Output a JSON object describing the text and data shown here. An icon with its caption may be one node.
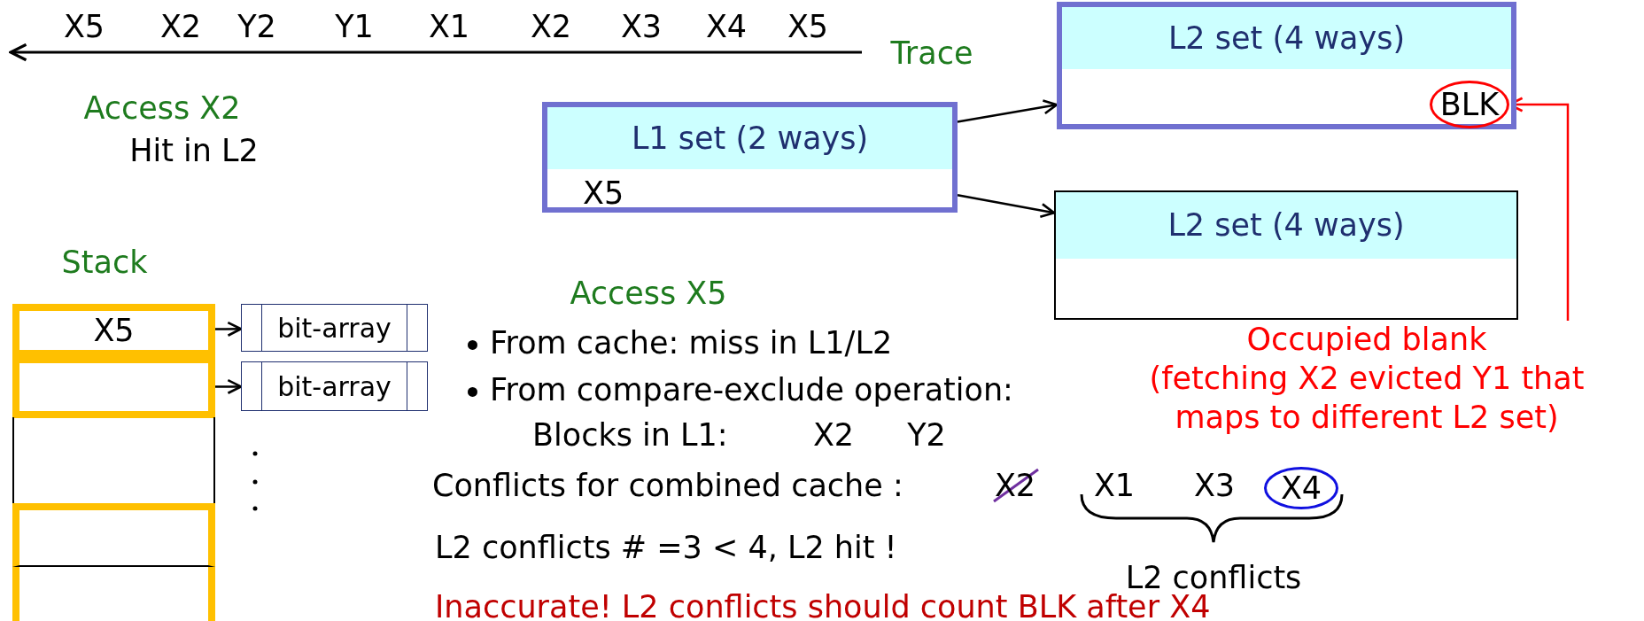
{
  "diagram": {
    "nodes": [
      {
        "text": [
          "L2 set (4 ways)"
        ]
      },
      {
        "text": [
          "BLK"
        ],
        "in": 0
      },
      {
        "text": [
          "L1 set (2 ways)",
          "X5"
        ]
      },
      {
        "text": [
          "L2 set (4 ways)"
        ]
      },
      {
        "text": [
          "Occupied blank",
          "(fetching X2 evicted Y1 that maps to different L2 set)"
        ]
      },
      {
        "text": [
          "X5"
        ]
      },
      {
        "text": [
          "bit-array"
        ]
      },
      {
        "text": [],
        "shape": "box"
      },
      {
        "text": [
          "bit-array"
        ]
      },
      {
        "text": [],
        "shape": "box"
      },
      {
        "text": [],
        "shape": "box"
      },
      {
        "text": [],
        "shape": "box"
      },
      {
        "text": [
          "X4"
        ]
      }
    ],
    "edges": [
      {
        "from": 2,
        "to": 0,
        "arrow": "to"
      },
      {
        "from": 2,
        "to": 3,
        "arrow": "to"
      },
      {
        "from": 4,
        "to": 1,
        "arrow": "to",
        "color": "#ff0000"
      },
      {
        "from": 5,
        "to": 6,
        "arrow": "to"
      },
      {
        "from": 7,
        "to": 8,
        "arrow": "to"
      }
    ],
    "labels": [
      "X5",
      "X2",
      "Y2",
      "Y1",
      "X1",
      "X2",
      "X3",
      "X4",
      "X5",
      "Trace",
      "Access X2",
      "Hit in L2",
      "Stack",
      "Access X5",
      "From cache: miss in L1/L2",
      "From compare-exclude operation:",
      "Blocks in L1:",
      "X2",
      "Y2",
      "Conflicts for combined cache :",
      "X2",
      "X1",
      "X3",
      "L2 conflicts # =3 < 4, L2 hit !",
      "L2 conflicts",
      "Inaccurate! L2 conflicts should count BLK after X4"
    ]
  }
}
